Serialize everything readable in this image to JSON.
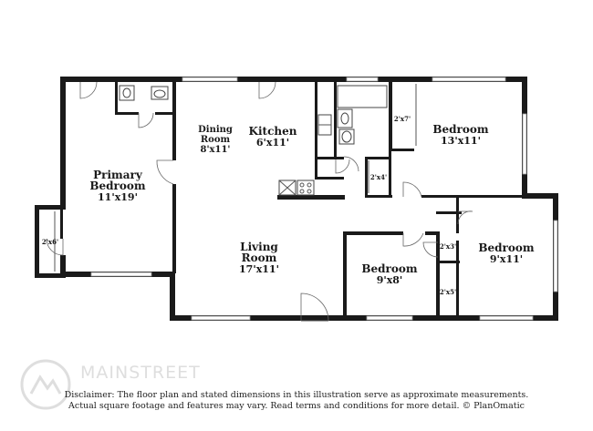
{
  "rooms": {
    "primary_bedroom": {
      "name": "Primary\nBedroom",
      "line1": "Primary",
      "line2": "Bedroom",
      "dims": "11'x19'"
    },
    "dining_room": {
      "line1": "Dining",
      "line2": "Room",
      "dims": "8'x11'"
    },
    "kitchen": {
      "line1": "Kitchen",
      "dims": "6'x11'"
    },
    "bedroom_ne": {
      "line1": "Bedroom",
      "dims": "13'x11'"
    },
    "living_room": {
      "line1": "Living",
      "line2": "Room",
      "dims": "17'x11'"
    },
    "bedroom_center": {
      "line1": "Bedroom",
      "dims": "9'x8'"
    },
    "bedroom_se": {
      "line1": "Bedroom",
      "dims": "9'x11'"
    }
  },
  "closets": {
    "left": "2'x6'",
    "ne": "2'x7'",
    "hall": "2'x4'",
    "se_upper": "2'x3'",
    "se_lower": "2'x5'"
  },
  "disclaimer": {
    "line1": "Disclaimer: The floor plan and stated dimensions in this illustration serve as approximate measurements.",
    "line2": "Actual square footage and features may vary. Read terms and conditions for more detail. © PlanOmatic"
  },
  "watermark": {
    "text": "MAINSTREET"
  }
}
